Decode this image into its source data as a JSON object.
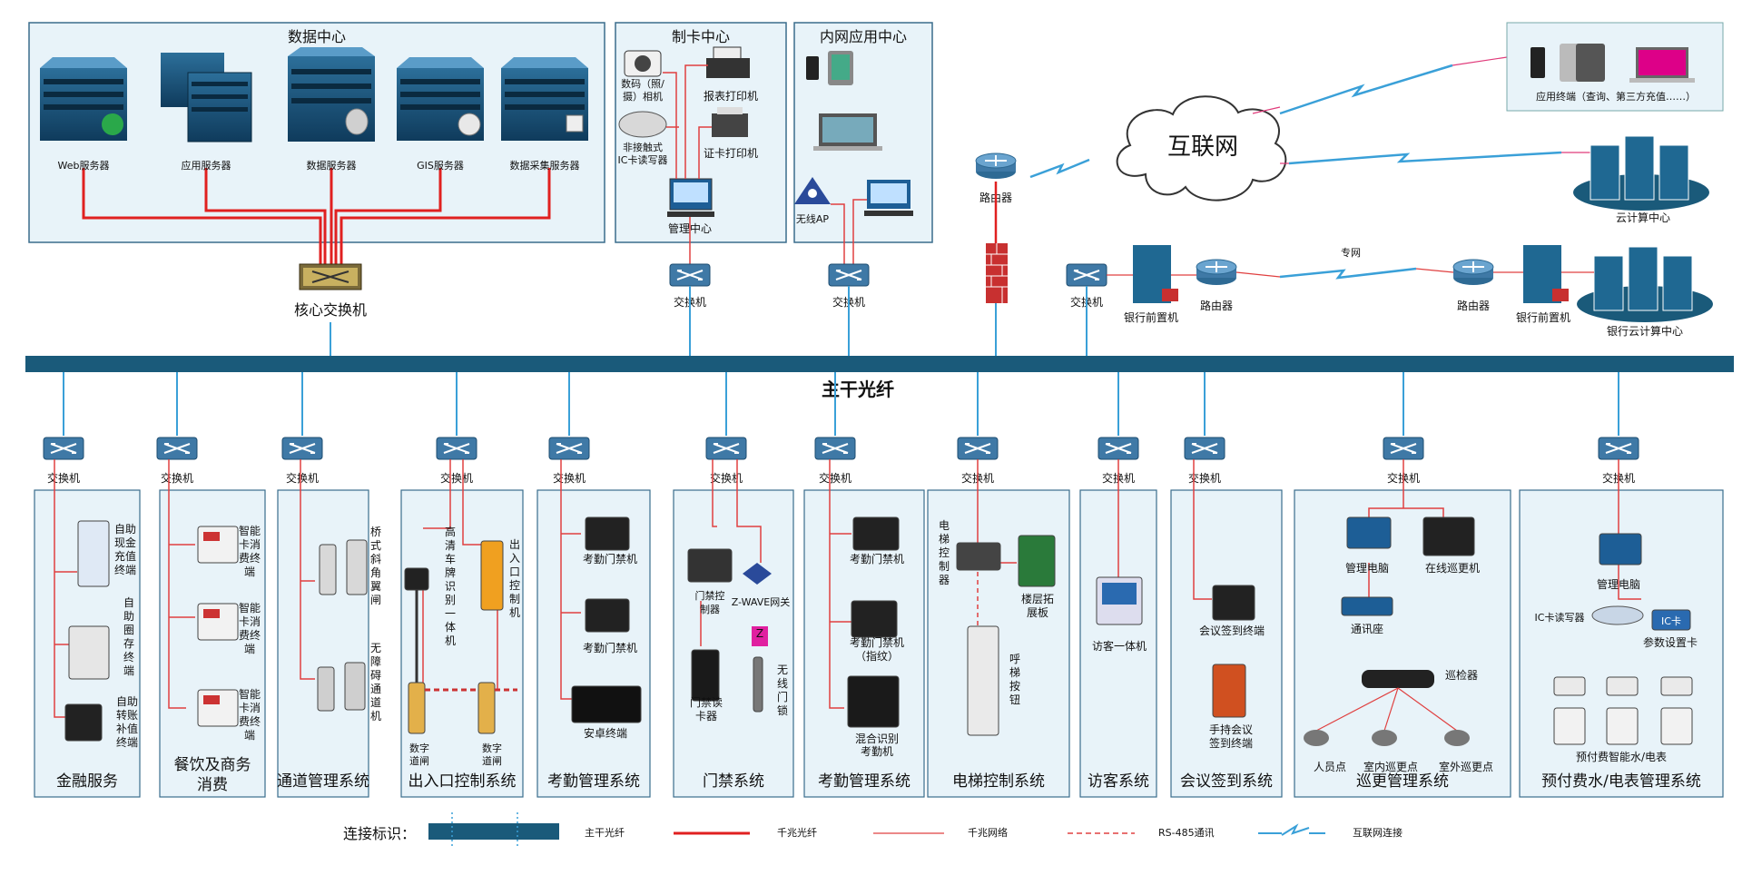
{
  "colors": {
    "panel_fill": "#e8f3f9",
    "panel_border": "#3a6d8c",
    "backbone": "#1a5a7a",
    "red_line": "#e02020",
    "thin_red": "#e04040",
    "blue_line": "#3aa0d8",
    "internet_link": "#e03a7a"
  },
  "top": {
    "data_center": {
      "title": "数据中心",
      "servers": [
        "Web服务器",
        "应用服务器",
        "数据服务器",
        "GIS服务器",
        "数据采集服务器"
      ]
    },
    "card_center": {
      "title": "制卡中心",
      "items": [
        "数码（照/",
        "摄）相机",
        "报表打印机",
        "非接触式",
        "IC卡读写器",
        "证卡打印机",
        "管理中心"
      ]
    },
    "intranet_center": {
      "title": "内网应用中心",
      "items": [
        "无线AP"
      ]
    },
    "core_switch": "核心交换机",
    "switch_label": "交换机",
    "router_label": "路由器",
    "internet": "互联网",
    "app_terminal": "应用终端（查询、第三方充值……）",
    "cloud_center": "云计算中心",
    "bank_front": "银行前置机",
    "private_net": "专网",
    "bank_cloud": "银行云计算中心"
  },
  "backbone_label": "主干光纤",
  "sections": [
    {
      "title": "金融服务",
      "items": [
        "自助",
        "现金",
        "充值",
        "终端",
        "自",
        "助",
        "圈",
        "存",
        "终",
        "端",
        "自助",
        "转账",
        "补值",
        "终端"
      ]
    },
    {
      "title": "餐饮及商务",
      "title2": "消费",
      "items": [
        "智能",
        "卡消",
        "费终",
        "端"
      ]
    },
    {
      "title": "通道管理系统",
      "items": [
        "桥",
        "式",
        "斜",
        "角",
        "翼",
        "闸",
        "无",
        "障",
        "碍",
        "通",
        "道",
        "机"
      ]
    },
    {
      "title": "出入口控制系统",
      "items": [
        "高",
        "清",
        "车",
        "牌",
        "识",
        "别",
        "一",
        "体",
        "机",
        "出",
        "入",
        "口",
        "控",
        "制",
        "机",
        "数字",
        "道闸"
      ]
    },
    {
      "title": "考勤管理系统",
      "items": [
        "考勤门禁机",
        "安卓终端"
      ]
    },
    {
      "title": "门禁系统",
      "items": [
        "门禁控",
        "制器",
        "Z-WAVE网关",
        "门禁读",
        "卡器",
        "无",
        "线",
        "门",
        "锁",
        "Z"
      ]
    },
    {
      "title": "考勤管理系统",
      "items": [
        "考勤门禁机",
        "（指纹）",
        "混合识别",
        "考勤机"
      ]
    },
    {
      "title": "电梯控制系统",
      "items": [
        "电",
        "梯",
        "控",
        "制",
        "器",
        "楼层拓",
        "展板",
        "呼",
        "梯",
        "按",
        "钮"
      ]
    },
    {
      "title": "访客系统",
      "items": [
        "访客一体机"
      ]
    },
    {
      "title": "会议签到系统",
      "items": [
        "会议签到终端",
        "手持会议",
        "签到终端"
      ]
    },
    {
      "title": "巡更管理系统",
      "items": [
        "管理电脑",
        "在线巡更机",
        "通讯座",
        "巡检器",
        "人员点",
        "室内巡更点",
        "室外巡更点"
      ]
    },
    {
      "title": "预付费水/电表管理系统",
      "items": [
        "管理电脑",
        "IC卡读写器",
        "IC卡",
        "参数设置卡",
        "预付费智能水/电表"
      ]
    }
  ],
  "legend": {
    "title": "连接标识：",
    "items": [
      "主干光纤",
      "千兆光纤",
      "千兆网络",
      "RS-485通讯",
      "互联网连接"
    ]
  }
}
